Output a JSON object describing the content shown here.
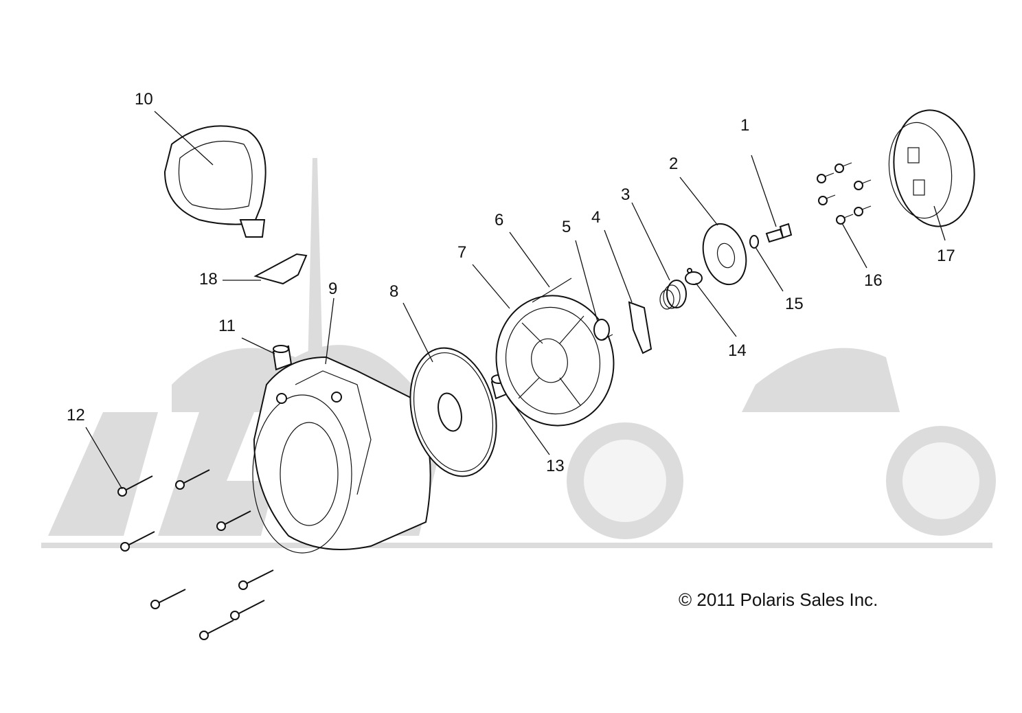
{
  "copyright": "© 2011 Polaris Sales Inc.",
  "callouts": [
    "1",
    "2",
    "3",
    "4",
    "5",
    "6",
    "7",
    "8",
    "9",
    "10",
    "11",
    "12",
    "13",
    "14",
    "15",
    "16",
    "17",
    "18"
  ],
  "colors": {
    "line": "#111111",
    "watermark": "#dcdcdc",
    "background": "#ffffff"
  }
}
